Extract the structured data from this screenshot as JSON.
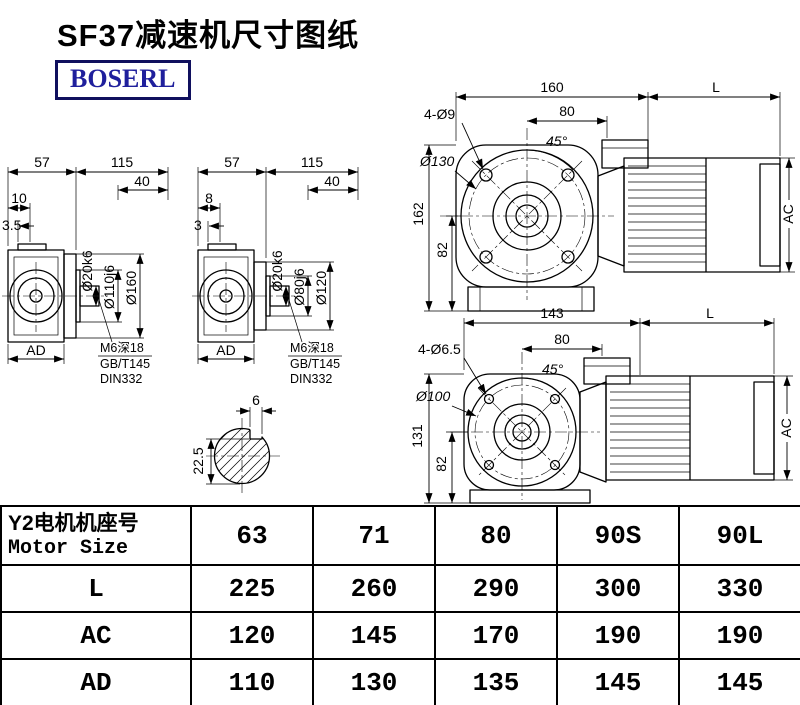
{
  "page": {
    "title": "SF37减速机尺寸图纸",
    "brand": "BOSERL",
    "brand_color": "#1f1f9c",
    "line_color": "#000000",
    "background": "#ffffff"
  },
  "drawings": {
    "side_large": {
      "dim_top_left": "57",
      "dim_top_right": "115",
      "dim_40": "40",
      "dim_10": "10",
      "dim_3_5": "3.5",
      "dia_shaft": "Ø20k6",
      "dia_spigot": "Ø110j6",
      "dia_flange": "Ø160",
      "dim_ad": "AD",
      "note_1": "M6深18",
      "note_2": "GB/T145",
      "note_3": "DIN332"
    },
    "side_small": {
      "dim_top_left": "57",
      "dim_top_right": "115",
      "dim_40": "40",
      "dim_8": "8",
      "dim_3": "3",
      "dia_shaft": "Ø20k6",
      "dia_spigot": "Ø80j6",
      "dia_flange": "Ø120",
      "dim_ad": "AD",
      "note_1": "M6深18",
      "note_2": "GB/T145",
      "note_3": "DIN332"
    },
    "front_large": {
      "dim_width": "160",
      "dim_l": "L",
      "dim_80": "80",
      "holes": "4-Ø9",
      "angle": "45°",
      "bolt_circle": "Ø130",
      "dim_height": "162",
      "dim_82": "82",
      "dim_ac": "AC"
    },
    "front_small": {
      "dim_width": "143",
      "dim_l": "L",
      "dim_80": "80",
      "holes": "4-Ø6.5",
      "angle": "45°",
      "bolt_circle": "Ø100",
      "dim_height": "131",
      "dim_82": "82",
      "dim_ac": "AC"
    },
    "shaft_section": {
      "dim_key_width": "6",
      "dim_key_height": "22.5"
    }
  },
  "table": {
    "header_cn": "Y2电机机座号",
    "header_en": "Motor Size",
    "columns": [
      "63",
      "71",
      "80",
      "90S",
      "90L"
    ],
    "rows": [
      {
        "label": "L",
        "values": [
          "225",
          "260",
          "290",
          "300",
          "330"
        ]
      },
      {
        "label": "AC",
        "values": [
          "120",
          "145",
          "170",
          "190",
          "190"
        ]
      },
      {
        "label": "AD",
        "values": [
          "110",
          "130",
          "135",
          "145",
          "145"
        ]
      }
    ]
  }
}
